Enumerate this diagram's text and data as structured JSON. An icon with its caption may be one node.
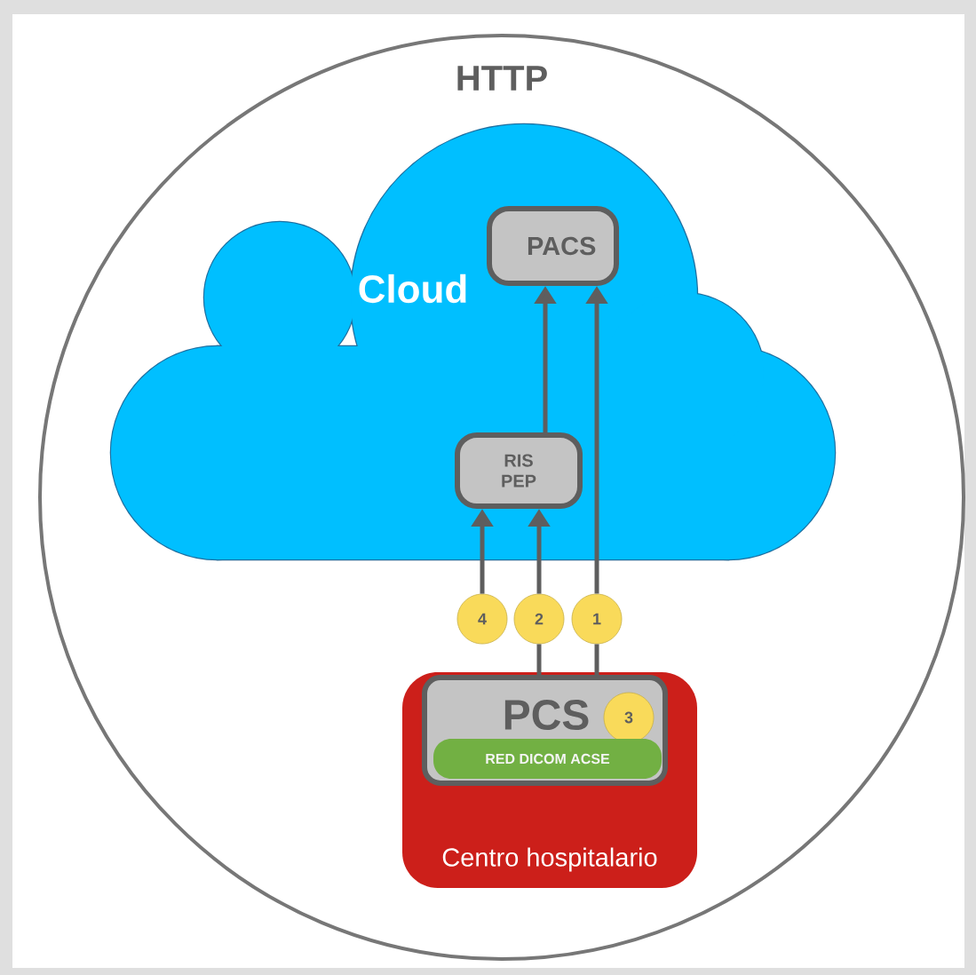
{
  "diagram": {
    "nodes": [
      {
        "text": [
          "HTTP"
        ]
      },
      {
        "text": [
          "Cloud"
        ],
        "in": 0
      },
      {
        "text": [
          "PACS"
        ],
        "in": 1
      },
      {
        "text": [
          "RIS PEP"
        ],
        "in": 1
      },
      {
        "text": [
          "4"
        ],
        "in": 0
      },
      {
        "text": [
          "2"
        ],
        "in": 0
      },
      {
        "text": [
          "1"
        ],
        "in": 0
      },
      {
        "text": [
          "Centro hospitalario"
        ],
        "in": 0
      },
      {
        "text": [
          "PCS"
        ],
        "in": 7
      },
      {
        "text": [
          "3"
        ],
        "in": 8
      },
      {
        "text": [
          "RED DICOM ACSE"
        ],
        "in": 8
      }
    ],
    "edges": [
      {
        "from": 4,
        "to": 3,
        "arrow": "to"
      },
      {
        "from": 5,
        "to": 3,
        "arrow": "to"
      },
      {
        "from": 6,
        "to": 2,
        "arrow": "to"
      },
      {
        "from": 3,
        "to": 2,
        "arrow": "to"
      },
      {
        "from": 8,
        "to": 5,
        "arrow": "none"
      },
      {
        "from": 8,
        "to": 6,
        "arrow": "none"
      }
    ]
  }
}
